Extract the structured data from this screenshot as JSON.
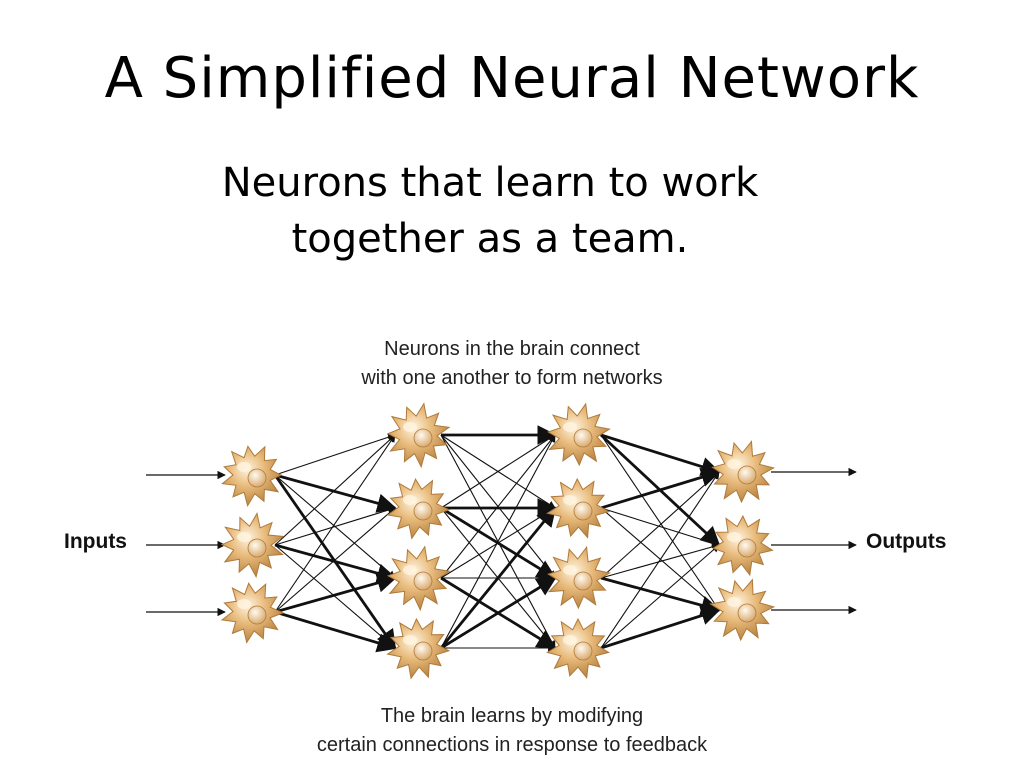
{
  "slide": {
    "title": "A Simplified Neural Network",
    "subtitle_line1": "Neurons that learn to work",
    "subtitle_line2": "together as a team."
  },
  "diagram": {
    "caption_top_line1": "Neurons in the brain connect",
    "caption_top_line2": "with one another to form networks",
    "caption_bottom_line1": "The brain learns by modifying",
    "caption_bottom_line2": "certain connections in response to feedback",
    "inputs_label": "Inputs",
    "outputs_label": "Outputs",
    "neuron_icon": "neuron-cell-icon",
    "layers": [
      3,
      4,
      4,
      3
    ],
    "colors": {
      "neuron_fill": "#e2b06e",
      "neuron_highlight": "#fff4e0",
      "neuron_edge": "#b07a3a",
      "connection": "#111111"
    }
  }
}
